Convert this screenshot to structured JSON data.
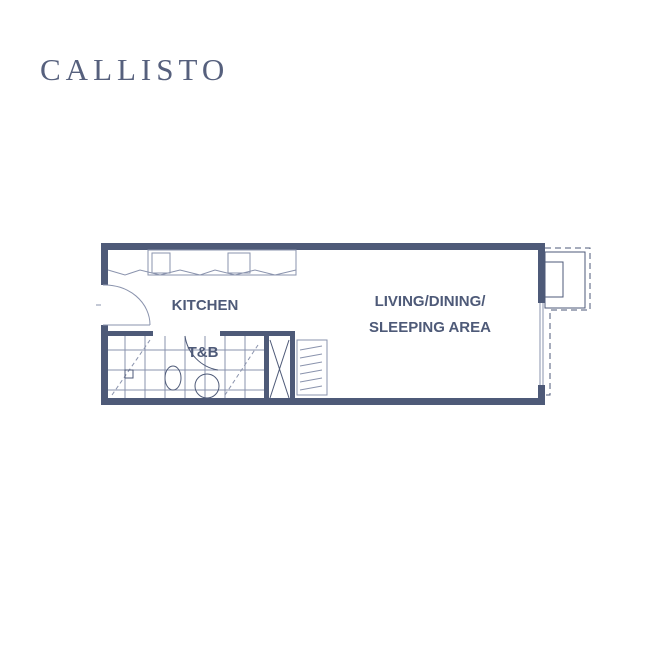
{
  "brand": {
    "name": "CALLISTO"
  },
  "floorplan": {
    "rooms": {
      "kitchen": "KITCHEN",
      "living_line1": "LIVING/DINING/",
      "living_line2": "SLEEPING AREA",
      "bath": "T&B"
    },
    "colors": {
      "wall": "#4e5a78",
      "fixture": "#8a93ad"
    }
  }
}
